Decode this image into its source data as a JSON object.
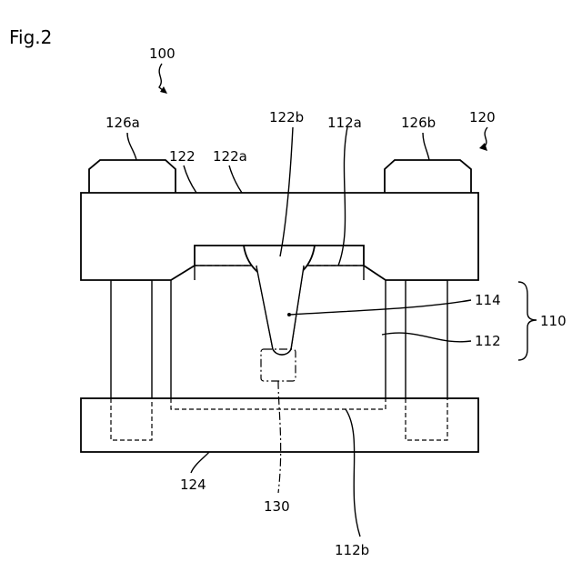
{
  "figure": {
    "caption": "Fig.2",
    "labels": {
      "assembly": "100",
      "mold": "120",
      "upper_plate": "122",
      "upper_plate_surface": "122a",
      "cavity_top": "122b",
      "die_top_surface": "112a",
      "left_post": "126a",
      "right_post": "126b",
      "hole": "114",
      "die": "112",
      "die_assembly": "110",
      "lower_plate": "124",
      "target_zone": "130",
      "die_bottom_surface": "112b"
    }
  }
}
